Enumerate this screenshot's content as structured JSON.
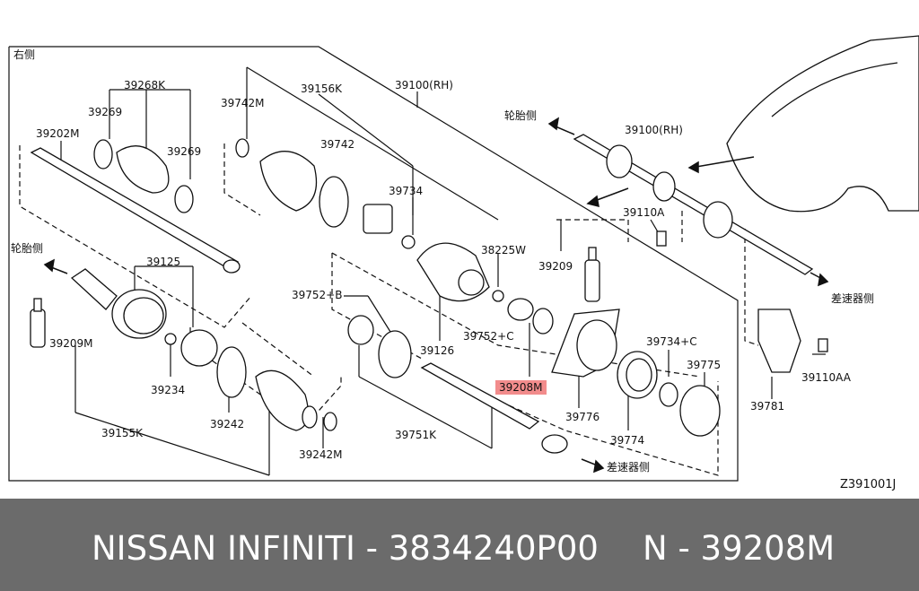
{
  "diagram": {
    "section_title": "右侧",
    "figure_code": "Z391001J",
    "direction_labels": {
      "wheel_side_left": "轮胎侧",
      "wheel_side_right": "轮胎侧",
      "diff_side_bottom": "差速器侧",
      "diff_side_right": "差速器侧"
    },
    "part_labels": {
      "p39268K": "39268K",
      "p39269a": "39269",
      "p39269b": "39269",
      "p39202M": "39202M",
      "p39742M": "39742M",
      "p39156K": "39156K",
      "p39100RH_a": "39100(RH)",
      "p39100RH_b": "39100(RH)",
      "p39742": "39742",
      "p39734": "39734",
      "p38225W": "38225W",
      "p39209": "39209",
      "p39110A": "39110A",
      "p39125": "39125",
      "p39752B": "39752+B",
      "p39752C": "39752+C",
      "p39126": "39126",
      "p39209M": "39209M",
      "p39234": "39234",
      "p39208M": "39208M",
      "p39734C": "39734+C",
      "p39775": "39775",
      "p39776": "39776",
      "p39774": "39774",
      "p39242": "39242",
      "p39242M": "39242M",
      "p39155K": "39155K",
      "p39751K": "39751K",
      "p39781": "39781",
      "p39110AA": "39110AA"
    },
    "highlight_color": "#f28c8c"
  },
  "footer": {
    "brand_text": "NISSAN  INFINITI - 3834240P00",
    "part_number_text": "N - 39208M",
    "background_color": "#6b6b6b"
  }
}
